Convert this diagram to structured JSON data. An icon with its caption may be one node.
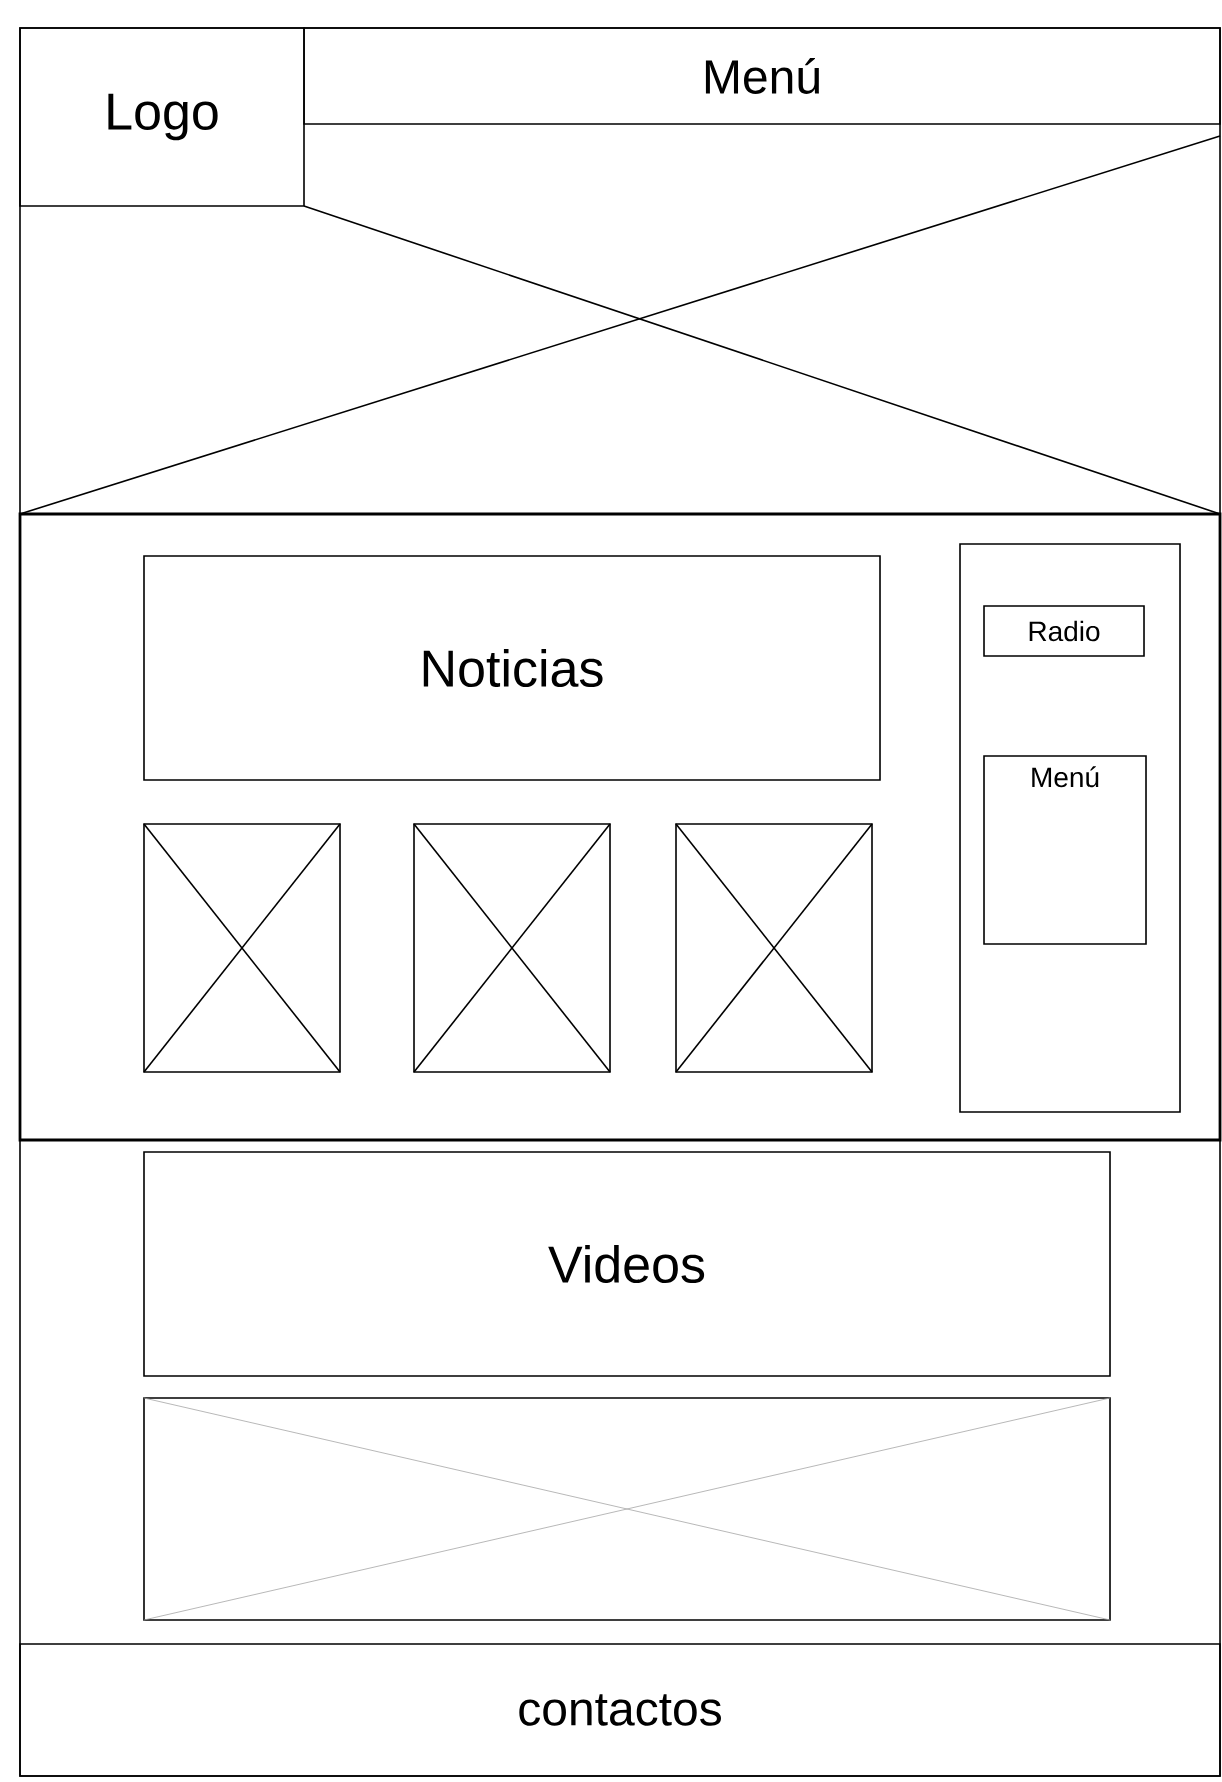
{
  "diagram": {
    "nodes": [
      {
        "text": [
          "Logo"
        ]
      },
      {
        "text": [
          "Menú"
        ]
      },
      {
        "text": [],
        "shape": "box"
      },
      {
        "text": [],
        "shape": "box"
      },
      {
        "text": [
          "Noticias"
        ],
        "in": 3
      },
      {
        "text": [],
        "shape": "box",
        "in": 3
      },
      {
        "text": [],
        "shape": "box",
        "in": 3
      },
      {
        "text": [],
        "shape": "box",
        "in": 3
      },
      {
        "text": [],
        "shape": "box",
        "in": 3
      },
      {
        "text": [
          "Radio"
        ],
        "in": 8
      },
      {
        "text": [
          "Menú"
        ],
        "in": 8
      },
      {
        "text": [
          "Videos"
        ]
      },
      {
        "text": [],
        "shape": "box"
      },
      {
        "text": [
          "contactos"
        ]
      }
    ]
  }
}
